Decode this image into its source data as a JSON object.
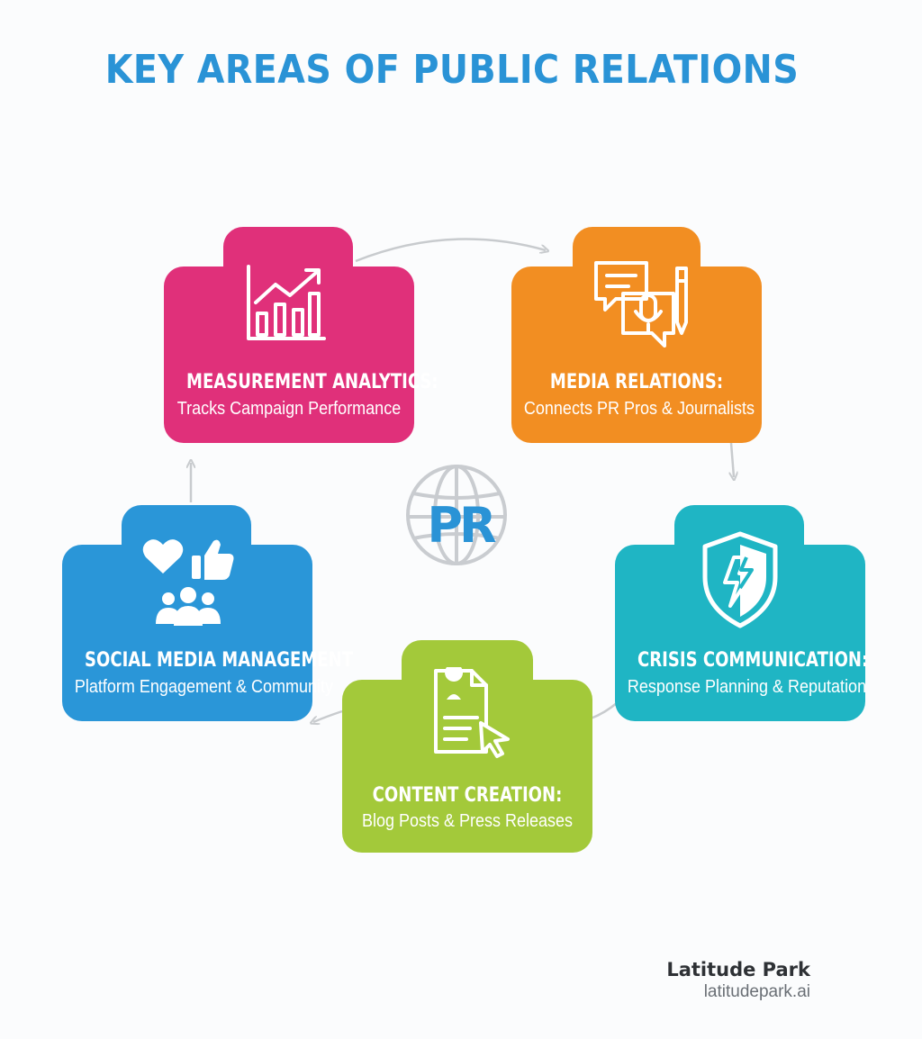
{
  "title": "KEY AREAS OF PUBLIC RELATIONS",
  "colors": {
    "title": "#2a93d6",
    "measurement": "#e0307a",
    "media": "#f28e22",
    "crisis": "#1fb5c4",
    "content": "#a3c93a",
    "social": "#2a96d8",
    "arrow": "#c8cbce"
  },
  "areas": {
    "measurement": {
      "heading": "MEASUREMENT ANALYTICS:",
      "description": "Tracks Campaign Performance",
      "icon": "growth-chart-icon"
    },
    "media": {
      "heading": "MEDIA RELATIONS:",
      "description": "Connects PR Pros & Journalists",
      "icon": "chat-microphone-pen-icon"
    },
    "crisis": {
      "heading": "CRISIS COMMUNICATION:",
      "description": "Response Planning & Reputation",
      "icon": "shield-lightning-icon"
    },
    "content": {
      "heading": "CONTENT CREATION:",
      "description": "Blog Posts & Press Releases",
      "icon": "document-cursor-icon"
    },
    "social": {
      "heading": "SOCIAL MEDIA MANAGEMENT",
      "description": "Platform Engagement & Community",
      "icon": "heart-thumbs-up-people-icon"
    }
  },
  "center": {
    "logo_text": "PR",
    "icon": "globe-icon"
  },
  "brand": {
    "name": "Latitude Park",
    "url": "latitudepark.ai"
  }
}
